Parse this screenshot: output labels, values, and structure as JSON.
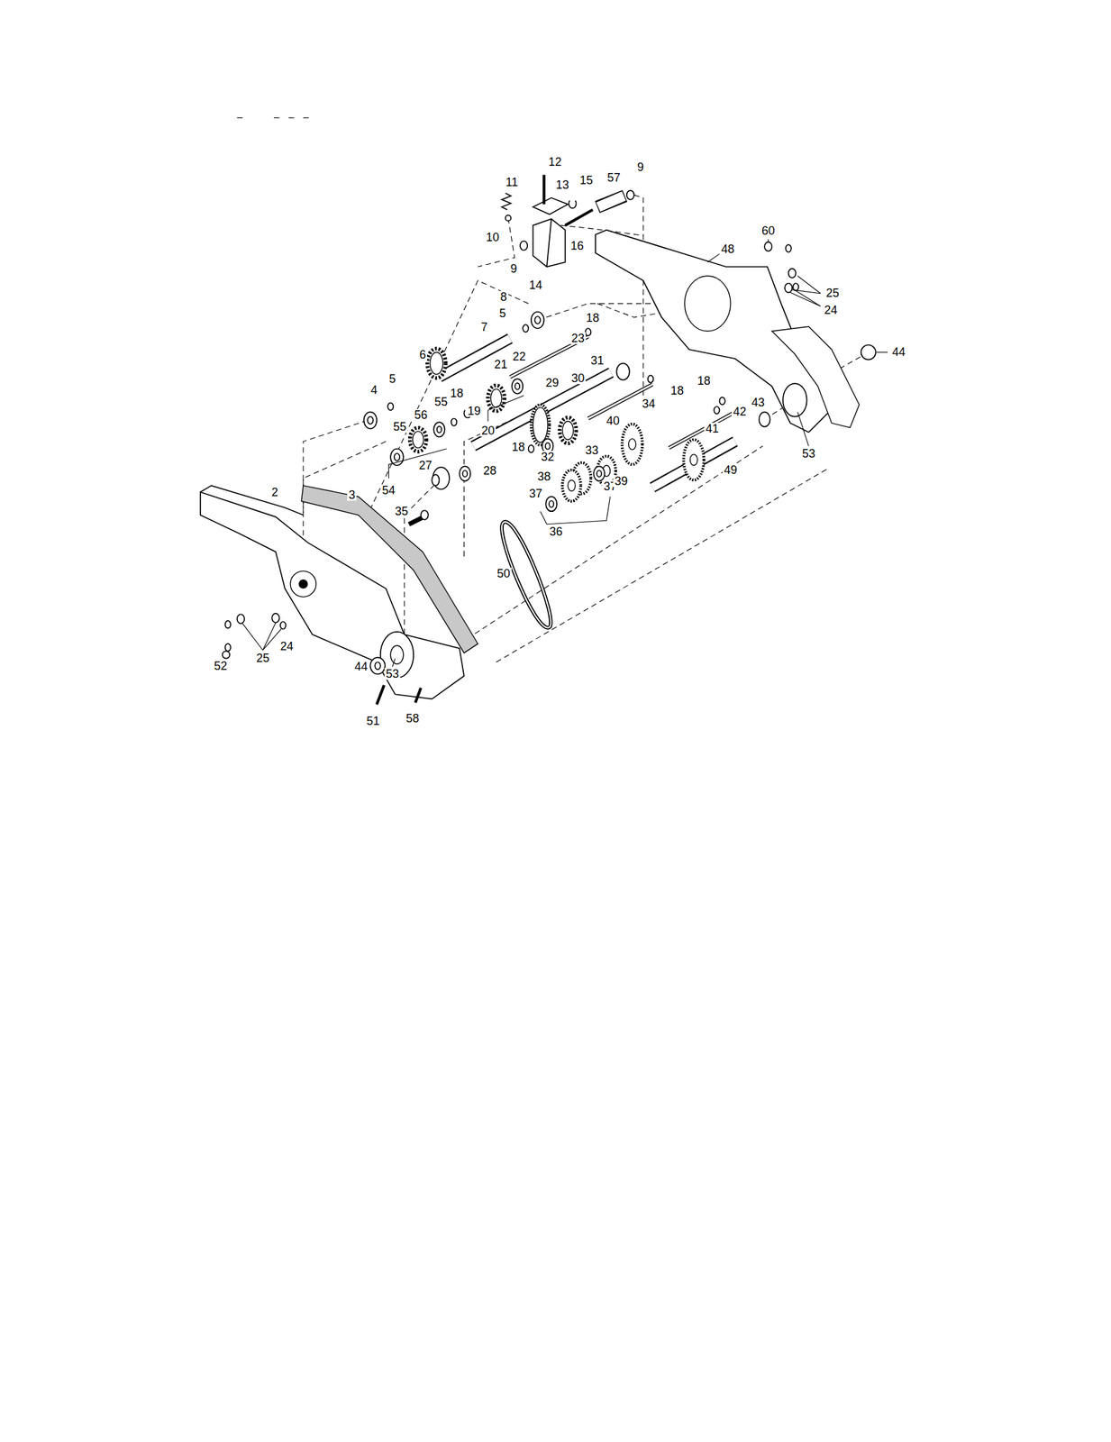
{
  "diagram": {
    "labels": [
      "12",
      "9",
      "11",
      "13",
      "15",
      "57",
      "10",
      "16",
      "9",
      "14",
      "60",
      "48",
      "25",
      "24",
      "8",
      "5",
      "18",
      "7",
      "23",
      "6",
      "22",
      "21",
      "31",
      "44",
      "4",
      "5",
      "18",
      "55",
      "19",
      "29",
      "30",
      "18",
      "18",
      "34",
      "56",
      "20",
      "42",
      "43",
      "55",
      "40",
      "41",
      "18",
      "32",
      "33",
      "53",
      "27",
      "28",
      "54",
      "38",
      "37",
      "37",
      "39",
      "49",
      "2",
      "3",
      "36",
      "35",
      "50",
      "25",
      "24",
      "52",
      "44",
      "53",
      "51",
      "58"
    ]
  }
}
